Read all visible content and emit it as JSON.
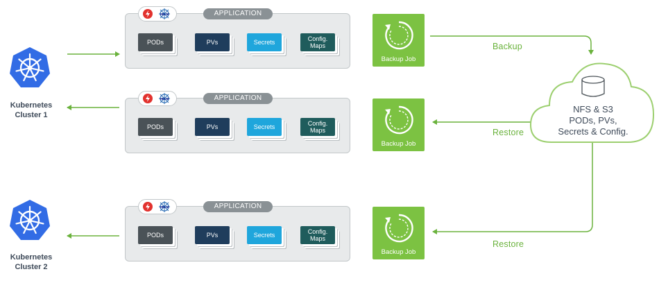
{
  "clusters": [
    {
      "line1": "Kubernetes",
      "line2": "Cluster 1"
    },
    {
      "line1": "Kubernetes",
      "line2": "Cluster 2"
    }
  ],
  "applications": [
    {
      "title": "APPLICATION",
      "helm_text": "HELM",
      "resources": {
        "pods": "PODs",
        "pvs": "PVs",
        "secrets": "Secrets",
        "config_line1": "Config.",
        "config_line2": "Maps"
      }
    },
    {
      "title": "APPLICATION",
      "helm_text": "HELM",
      "resources": {
        "pods": "PODs",
        "pvs": "PVs",
        "secrets": "Secrets",
        "config_line1": "Config.",
        "config_line2": "Maps"
      }
    },
    {
      "title": "APPLICATION",
      "helm_text": "HELM",
      "resources": {
        "pods": "PODs",
        "pvs": "PVs",
        "secrets": "Secrets",
        "config_line1": "Config.",
        "config_line2": "Maps"
      }
    }
  ],
  "backup_jobs": [
    {
      "label": "Backup Job"
    },
    {
      "label": "Backup Job"
    },
    {
      "label": "Backup Job"
    }
  ],
  "flows": {
    "backup": "Backup",
    "restore_1": "Restore",
    "restore_2": "Restore"
  },
  "storage": {
    "line1": "NFS & S3",
    "line2": "PODs, PVs,",
    "line3": "Secrets & Config."
  },
  "colors": {
    "accent_green": "#7cc242",
    "arrow_green": "#6ab23c",
    "k8s_blue": "#326ce5",
    "helm_red": "#e2322e"
  },
  "icons": [
    "kubernetes-icon",
    "helm-icon",
    "backup-cycle-icon",
    "database-icon",
    "cloud-icon"
  ]
}
